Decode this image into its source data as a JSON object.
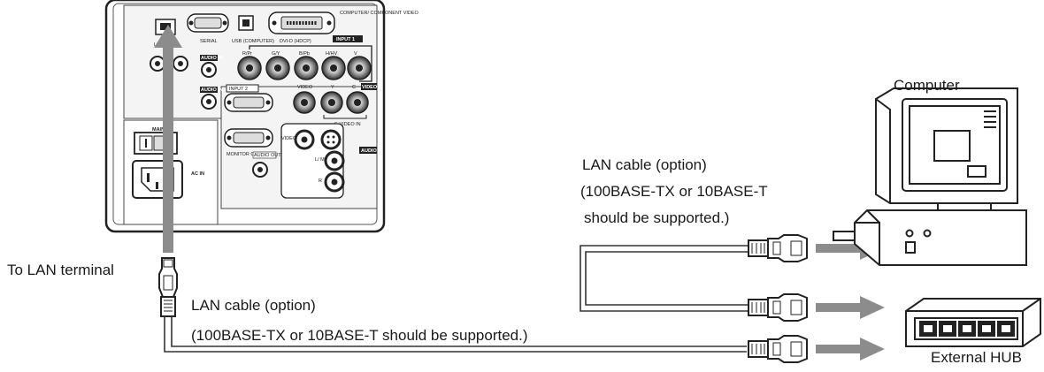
{
  "labels": {
    "to_lan_terminal": "To LAN terminal",
    "lan_cable_option_left": "LAN cable (option)",
    "support_note_left": "(100BASE-TX or 10BASE-T should be supported.)",
    "lan_cable_option_right": "LAN cable (option)",
    "support_note_right_line1": "(100BASE-TX or 10BASE-T",
    "support_note_right_line2": "should be supported.)",
    "computer": "Computer",
    "external_hub": "External HUB"
  },
  "panel_labels": {
    "lan": "LAN",
    "serial": "SERIAL",
    "usb": "USB (COMPUTER)",
    "dvi": "DVI-D (HDCP)",
    "computer_component_video": "COMPUTER/ COMPONENT VIDEO",
    "input1": "INPUT 1",
    "input2": "INPUT 2",
    "rpr": "R/Pr",
    "gy": "G/Y",
    "bpb": "B/Pb",
    "hhv": "H/HV",
    "v": "V",
    "video": "VIDEO",
    "y": "Y",
    "c": "C",
    "s_video_in": "S-VIDEO IN",
    "video_in": "VIDEO IN",
    "audio_in": "AUDIO IN",
    "audio": "AUDIO",
    "audio_out": "AUDIO OUT",
    "monitor_out": "MONITOR OUT",
    "l_mono": "L/ MONO",
    "r": "R",
    "main": "MAIN",
    "ac_in": "AC IN"
  },
  "colors": {
    "line": "#333333",
    "arrow": "#8c8c8c",
    "panel_fill": "#ffffff",
    "panel_inner": "#f3f3f3"
  }
}
